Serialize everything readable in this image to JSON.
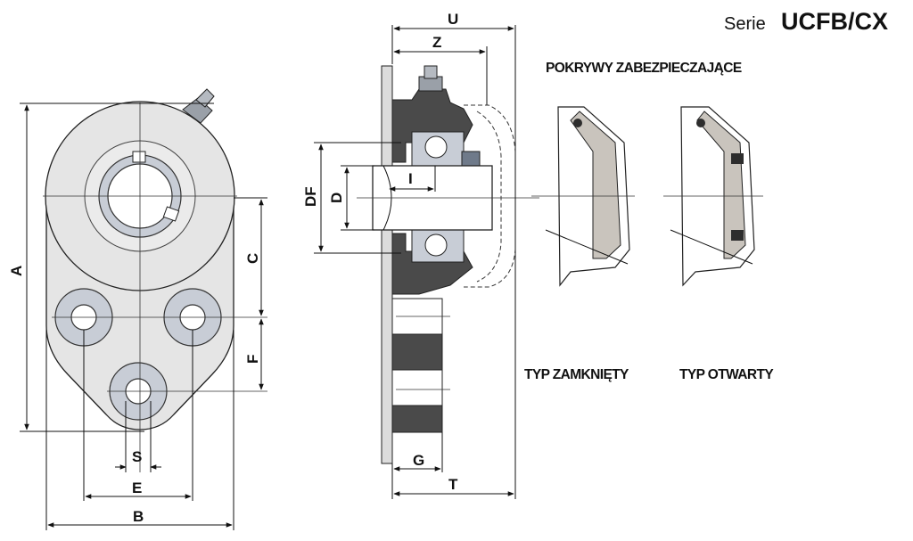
{
  "series": {
    "word": "Serie",
    "code": "UCFB/CX"
  },
  "covers_heading": "POKRYWY ZABEZPIECZAJĄCE",
  "cover_types": {
    "closed": "TYP ZAMKNIĘTY",
    "open": "TYP OTWARTY"
  },
  "dimensions": {
    "A": "A",
    "B": "B",
    "C": "C",
    "E": "E",
    "F": "F",
    "S": "S",
    "U": "U",
    "Z": "Z",
    "DF": "DF",
    "D": "D",
    "I": "I",
    "G": "G",
    "T": "T"
  },
  "colors": {
    "body_fill": "#e5e5e5",
    "bore_ring": "#c8cdd6",
    "section_dark": "#4a4a4a",
    "cover_shell": "#c9c4bd"
  }
}
